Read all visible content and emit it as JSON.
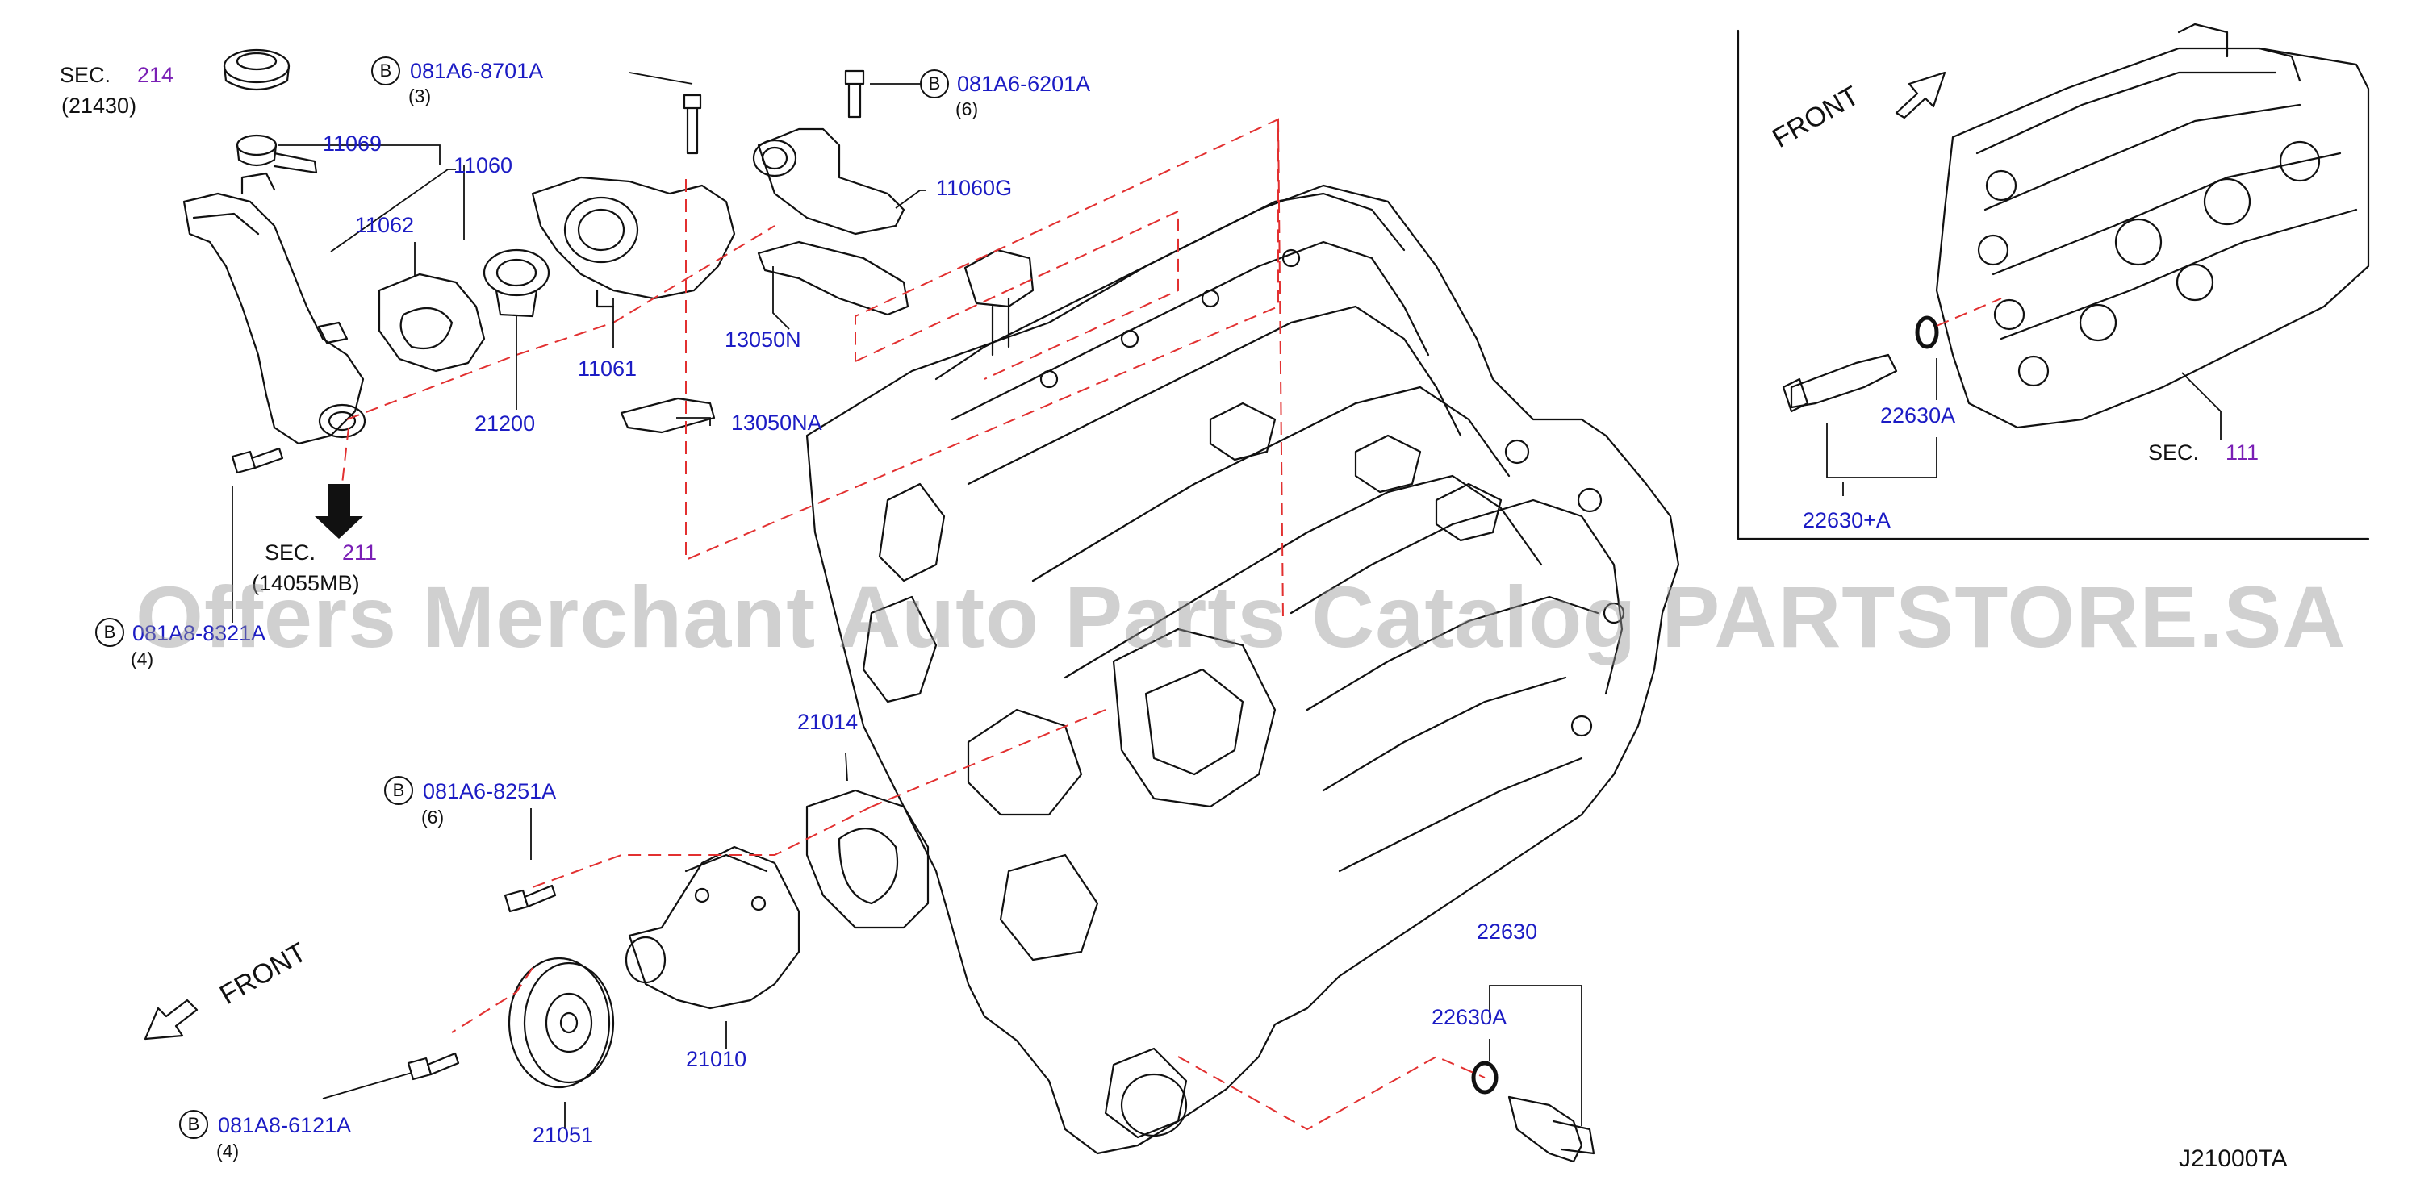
{
  "diagram": {
    "code": "J21000TA",
    "watermark": "Offers Merchant Auto Parts Catalog PARTSTORE.SA",
    "front_labels": [
      "FRONT",
      "FRONT"
    ],
    "b_symbol": "B",
    "colors": {
      "part_number": "#1c1cc4",
      "section_ref": "#7a1fb5",
      "lines": "#111111",
      "dashed_leader": "#e23030"
    },
    "callouts": {
      "sec214_prefix": "SEC.",
      "sec214_num": "214",
      "sec214_sub": "(21430)",
      "p11069": "11069",
      "p11060": "11060",
      "p11062": "11062",
      "p21200": "21200",
      "p11061": "11061",
      "p13050NA": "13050NA",
      "p13050N": "13050N",
      "p11060G": "11060G",
      "bolt_8701A": "081A6-8701A",
      "bolt_8701A_qty": "(3)",
      "bolt_6201A": "081A6-6201A",
      "bolt_6201A_qty": "(6)",
      "sec211_prefix": "SEC.",
      "sec211_num": "211",
      "sec211_sub": "(14055MB)",
      "bolt_8321A": "081A8-8321A",
      "bolt_8321A_qty": "(4)",
      "p21014": "21014",
      "bolt_8251A": "081A6-8251A",
      "bolt_8251A_qty": "(6)",
      "p21010": "21010",
      "p21051": "21051",
      "bolt_6121A": "081A8-6121A",
      "bolt_6121A_qty": "(4)",
      "p22630": "22630",
      "p22630A": "22630A",
      "inset_p22630A": "22630A",
      "inset_p22630A_plus": "22630+A",
      "sec111_prefix": "SEC.",
      "sec111_num": "111"
    }
  }
}
